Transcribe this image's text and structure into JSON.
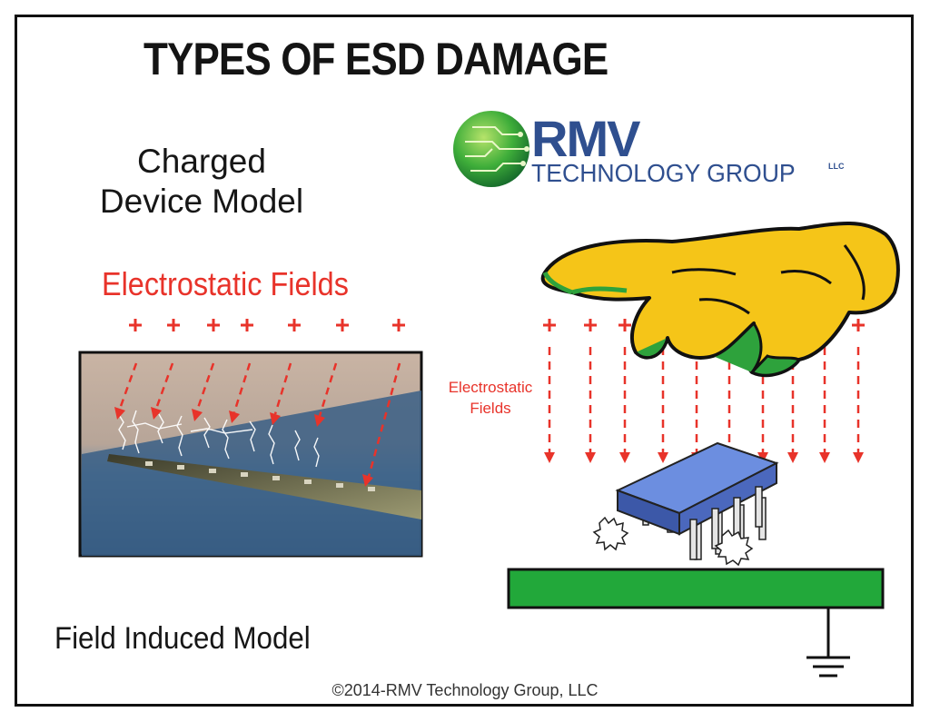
{
  "title": "TYPES OF ESD DAMAGE",
  "left_heading": "Charged\nDevice Model",
  "left_field_label": "Electrostatic Fields",
  "right_field_label": "Electrostatic\nFields",
  "bottom_left_label": "Field Induced Model",
  "copyright": "©2014-RMV Technology Group, LLC",
  "logo": {
    "name": "RMV",
    "subtitle": "TECHNOLOGY GROUP",
    "suffix": "LLC"
  },
  "colors": {
    "arrow_red": "#e8332a",
    "ground_plate_green": "#22a83a",
    "glove_yellow": "#f5c518",
    "chip_blue": "#5a78d0",
    "logo_blue": "#2f4f8f"
  }
}
